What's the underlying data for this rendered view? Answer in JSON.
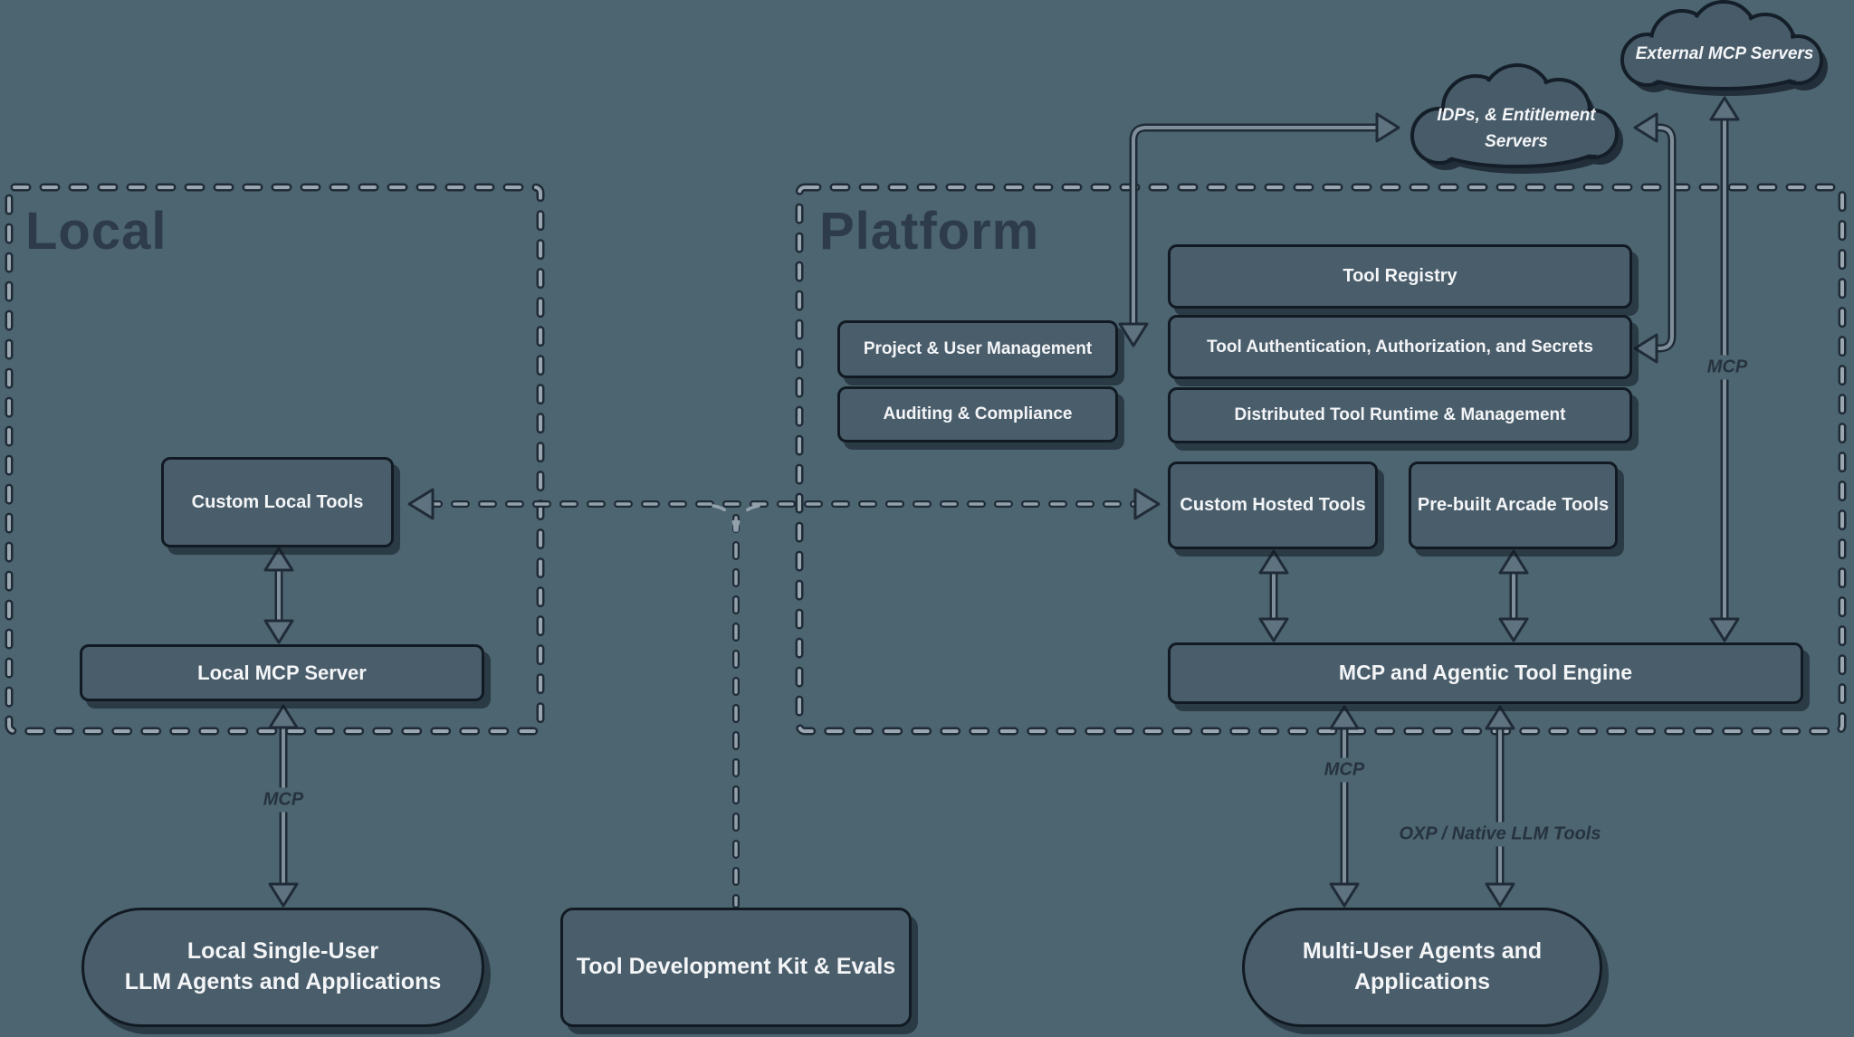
{
  "colors": {
    "background": "#4c6570",
    "box_fill": "#4a5d6b",
    "box_border": "#111a23",
    "text_light": "#f3f5f7",
    "text_dark": "#2d3b4a",
    "dash_light": "#9aa7b1",
    "edge_dark": "#1f2b37"
  },
  "sections": {
    "local": "Local",
    "platform": "Platform"
  },
  "clouds": {
    "external_mcp": "External MCP Servers",
    "idps_line1": "IDPs, & Entitlement",
    "idps_line2": "Servers"
  },
  "nodes": {
    "custom_local_tools": "Custom Local Tools",
    "local_mcp_server": "Local MCP Server",
    "project_user_mgmt": "Project & User Management",
    "auditing_compliance": "Auditing & Compliance",
    "tool_registry": "Tool Registry",
    "tool_auth": "Tool Authentication, Authorization, and Secrets",
    "distributed_runtime": "Distributed Tool Runtime & Management",
    "custom_hosted_tools": "Custom Hosted Tools",
    "prebuilt_arcade_tools": "Pre-built Arcade Tools",
    "mcp_engine": "MCP and Agentic Tool Engine",
    "local_single_user_line1": "Local Single-User",
    "local_single_user_line2": "LLM Agents and Applications",
    "tdk": "Tool Development Kit & Evals",
    "multi_user_line1": "Multi-User Agents and",
    "multi_user_line2": "Applications"
  },
  "edge_labels": {
    "mcp_local": "MCP",
    "mcp_external": "MCP",
    "mcp_engine": "MCP",
    "oxp": "OXP / Native LLM Tools"
  }
}
